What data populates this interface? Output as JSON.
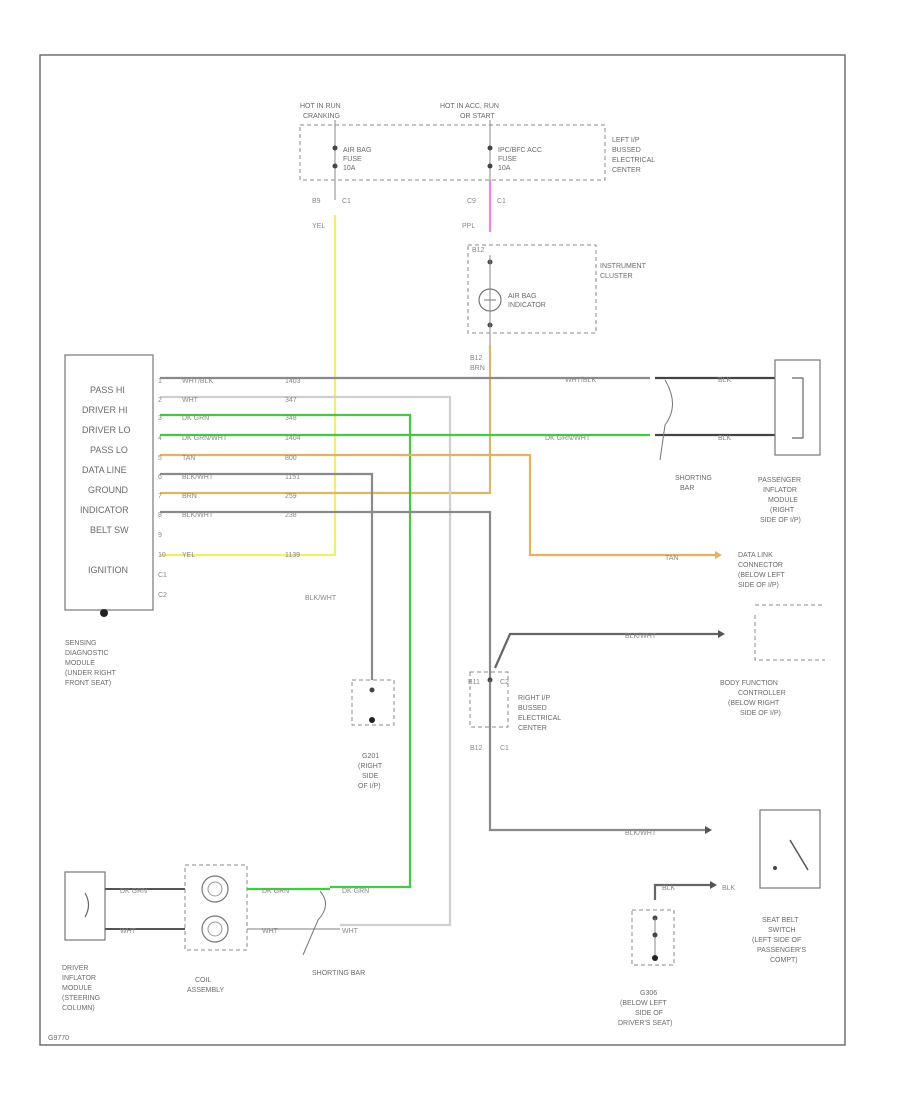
{
  "colors": {
    "yellow": "#f2ef6a",
    "pink": "#f07ff0",
    "green": "#3fcc3f",
    "tan": "#e8b25a",
    "gray": "#8a8a8a",
    "dark": "#444444",
    "frame": "#666666"
  },
  "sdm": {
    "pins": [
      "PASS HI",
      "DRIVER HI",
      "DRIVER LO",
      "PASS LO",
      "DATA LINE",
      "GROUND",
      "INDICATOR",
      "BELT SW",
      "",
      "IGNITION"
    ],
    "caption": [
      "SENSING",
      "DIAGNOSTIC",
      "MODULE",
      "(UNDER RIGHT",
      "FRONT SEAT)"
    ]
  },
  "fuses": {
    "left": {
      "hot_label": [
        "HOT IN RUN",
        "CRANKING"
      ],
      "fuse_label": [
        "AIR BAG",
        "FUSE",
        "10A"
      ],
      "pin_a": "B9",
      "pin_b": "C1",
      "wire": "YEL"
    },
    "right": {
      "hot_label": [
        "HOT IN ACC, RUN",
        "OR START"
      ],
      "fuse_label": [
        "IPC/BFC ACC",
        "FUSE",
        "10A"
      ],
      "pin_a": "C9",
      "pin_b": "C1",
      "wire": "PPL"
    },
    "center_label": [
      "LEFT I/P",
      "BUSSED",
      "ELECTRICAL",
      "CENTER"
    ]
  },
  "cluster": {
    "label": [
      "INSTRUMENT",
      "CLUSTER"
    ],
    "lamp_label": [
      "AIR BAG",
      "INDICATOR"
    ],
    "pin": "B12",
    "out_pin": "B12",
    "out_wire": "BRN"
  },
  "passenger_module": {
    "label": [
      "PASSENGER",
      "INFLATOR",
      "MODULE",
      "(RIGHT",
      "SIDE OF I/P)"
    ],
    "wire_hi": "WHT/BLK",
    "wire_lo": "DK GRN/WHT",
    "lead": "BLK",
    "shorting_bar": [
      "SHORTING",
      "BAR"
    ]
  },
  "dlc": {
    "wire": "TAN",
    "label": [
      "DATA LINK",
      "CONNECTOR",
      "(BELOW LEFT",
      "SIDE OF I/P)"
    ]
  },
  "bfc": {
    "wire": "BLK/WHT",
    "label": [
      "BODY FUNCTION",
      "CONTROLLER",
      "(BELOW RIGHT",
      "SIDE OF I/P)"
    ]
  },
  "right_center": {
    "label": [
      "RIGHT I/P",
      "BUSSED",
      "ELECTRICAL",
      "CENTER"
    ],
    "pin_a": "B11",
    "pin_b": "C2",
    "pin_c": "B12",
    "pin_d": "C1"
  },
  "ground_g201": {
    "wire": "BLK/WHT",
    "label": [
      "G201",
      "(RIGHT",
      "SIDE",
      "OF I/P)"
    ]
  },
  "seat_belt": {
    "wire_in": "BLK/WHT",
    "wire_gnd": "BLK",
    "label": [
      "SEAT BELT",
      "SWITCH",
      "(LEFT SIDE OF",
      "PASSENGER'S",
      "COMPT)"
    ]
  },
  "ground_g306": {
    "label": [
      "G306",
      "(BELOW LEFT",
      "SIDE OF",
      "DRIVER'S SEAT)"
    ]
  },
  "driver_module": {
    "label": [
      "DRIVER",
      "INFLATOR",
      "MODULE",
      "(STEERING",
      "COLUMN)"
    ],
    "wire_hi": "DK GRN",
    "wire_lo": "WHT"
  },
  "coil": {
    "label": [
      "COIL",
      "ASSEMBLY"
    ],
    "wire_hi": "DK GRN",
    "wire_lo": "WHT",
    "shorting_bar": [
      "SHORTING BAR"
    ]
  },
  "sdm_wires": [
    {
      "pin": "1",
      "color": "WHT/BLK",
      "circuit": "1403"
    },
    {
      "pin": "2",
      "color": "WHT",
      "circuit": "347"
    },
    {
      "pin": "3",
      "color": "DK GRN",
      "circuit": "348"
    },
    {
      "pin": "4",
      "color": "DK GRN/WHT",
      "circuit": "1404"
    },
    {
      "pin": "5",
      "color": "TAN",
      "circuit": "800"
    },
    {
      "pin": "6",
      "color": "BLK/WHT",
      "circuit": "1151"
    },
    {
      "pin": "7",
      "color": "BRN",
      "circuit": "259"
    },
    {
      "pin": "8",
      "color": "BLK/WHT",
      "circuit": "238"
    },
    {
      "pin": "9",
      "color": "",
      "circuit": ""
    },
    {
      "pin": "10",
      "color": "YEL",
      "circuit": "1139"
    },
    {
      "pin": "C1",
      "color": "",
      "circuit": ""
    },
    {
      "pin": "C2",
      "color": "",
      "circuit": ""
    }
  ],
  "footer_code": "G9770"
}
